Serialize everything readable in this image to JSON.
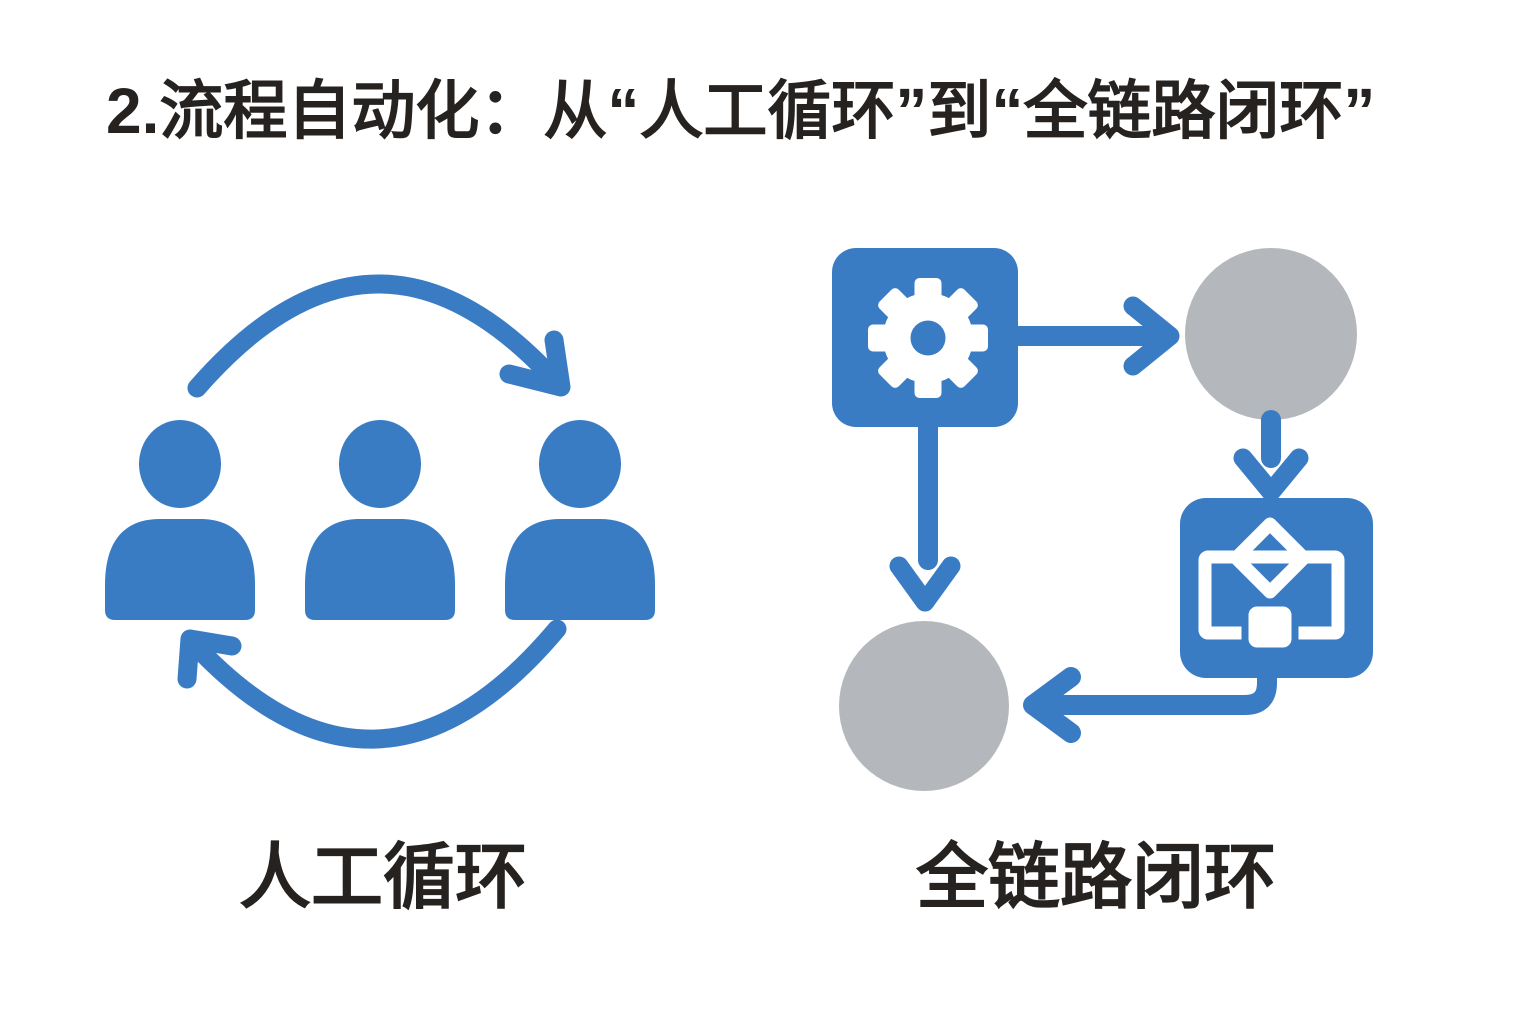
{
  "title": "2.流程自动化：从“人工循环”到“全链路闭环”",
  "diagrams": {
    "left": {
      "label": "人工循环",
      "icons": [
        "cycle-arrow-top",
        "person",
        "person",
        "person",
        "cycle-arrow-bottom"
      ]
    },
    "right": {
      "label": "全链路闭环",
      "icons": [
        "gear",
        "circle-node",
        "workflow-diamond",
        "circle-node"
      ],
      "flow": [
        "gear-node → top-circle-node",
        "top-circle-node → workflow-node",
        "workflow-node → bottom-circle-node",
        "gear-node → bottom-circle-node"
      ]
    }
  },
  "colors": {
    "accent_blue": "#3a7cc4",
    "node_gray": "#b4b7bc",
    "text_dark": "#262220",
    "icon_white": "#ffffff",
    "background": "#ffffff"
  }
}
